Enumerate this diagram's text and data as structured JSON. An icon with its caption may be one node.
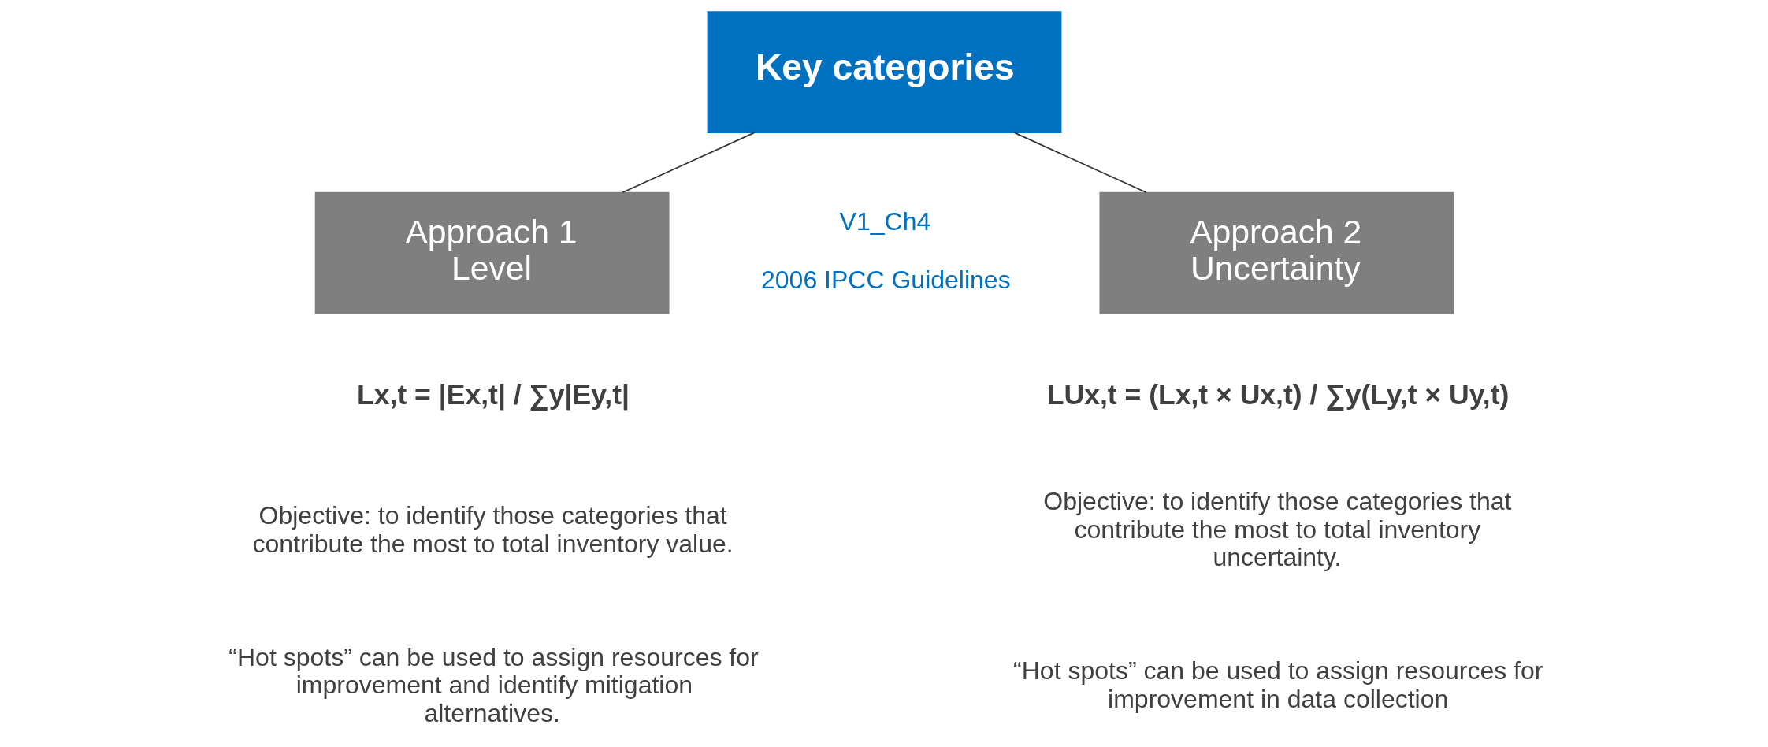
{
  "diagram": {
    "nodes": [
      {
        "text": [
          "Key categories"
        ]
      },
      {
        "text": [
          "Approach 1 Level"
        ],
        "beside": [
          "Lx,t = |Ex,t| / ∑y|Ey,t|",
          "Objective: to identify those categories that contribute the most to total inventory value.",
          "“Hot spots” can be used to assign resources for improvement and identify mitigation alternatives."
        ]
      },
      {
        "text": [
          "Approach 2 Uncertainty"
        ],
        "beside": [
          "LUx,t = (Lx,t × Ux,t) / ∑y(Ly,t × Uy,t)",
          "Objective: to identify those categories that contribute the most to total inventory uncertainty.",
          "“Hot spots” can be used to assign resources for improvement in data collection"
        ]
      }
    ],
    "edges": [
      {
        "from": 0,
        "to": 1,
        "arrow": "none"
      },
      {
        "from": 0,
        "to": 2,
        "arrow": "none"
      }
    ],
    "labels": [
      "V1_Ch4",
      "2006 IPCC Guidelines"
    ]
  }
}
